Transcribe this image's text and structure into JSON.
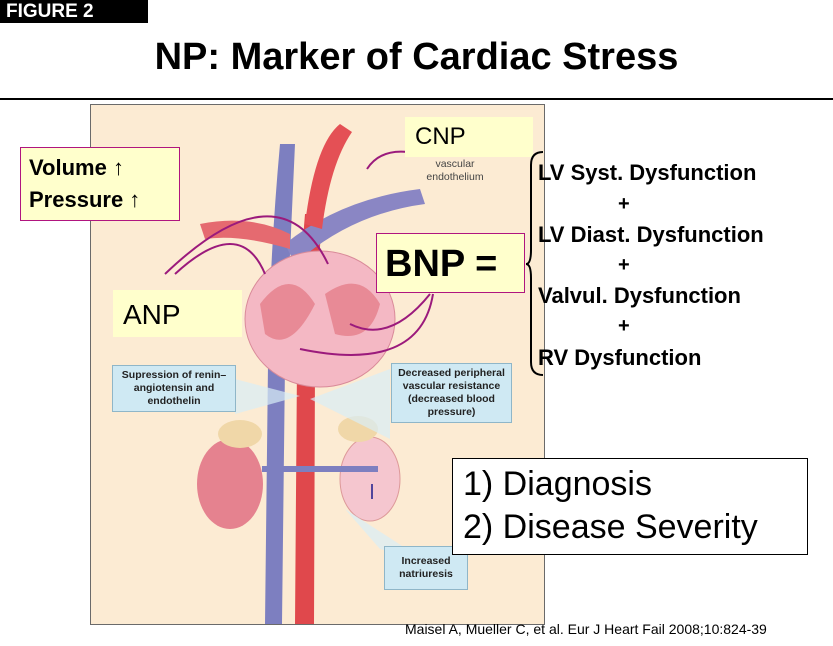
{
  "figure_label": "FIGURE 2",
  "title": "NP: Marker of Cardiac Stress",
  "stimulus": {
    "volume": "Volume ↑",
    "pressure": "Pressure ↑"
  },
  "peptides": {
    "anp": "ANP",
    "cnp": "CNP",
    "cnp_source": "vascular endothelium",
    "bnp": "BNP ="
  },
  "illustration_labels": {
    "suppression": "Supression of renin–angiotensin and endothelin",
    "decreased_resistance": "Decreased peripheral vascular resistance (decreased blood pressure)",
    "natriuresis": "Increased natriuresis"
  },
  "bnp_components": [
    "LV Syst. Dysfunction",
    "LV Diast. Dysfunction",
    "Valvul. Dysfunction",
    "RV Dysfunction"
  ],
  "plus": "+",
  "uses": [
    "1) Diagnosis",
    "2) Disease Severity"
  ],
  "citation": "Maisel A, Mueller C, et al. Eur J Heart Fail 2008;10:824-39"
}
